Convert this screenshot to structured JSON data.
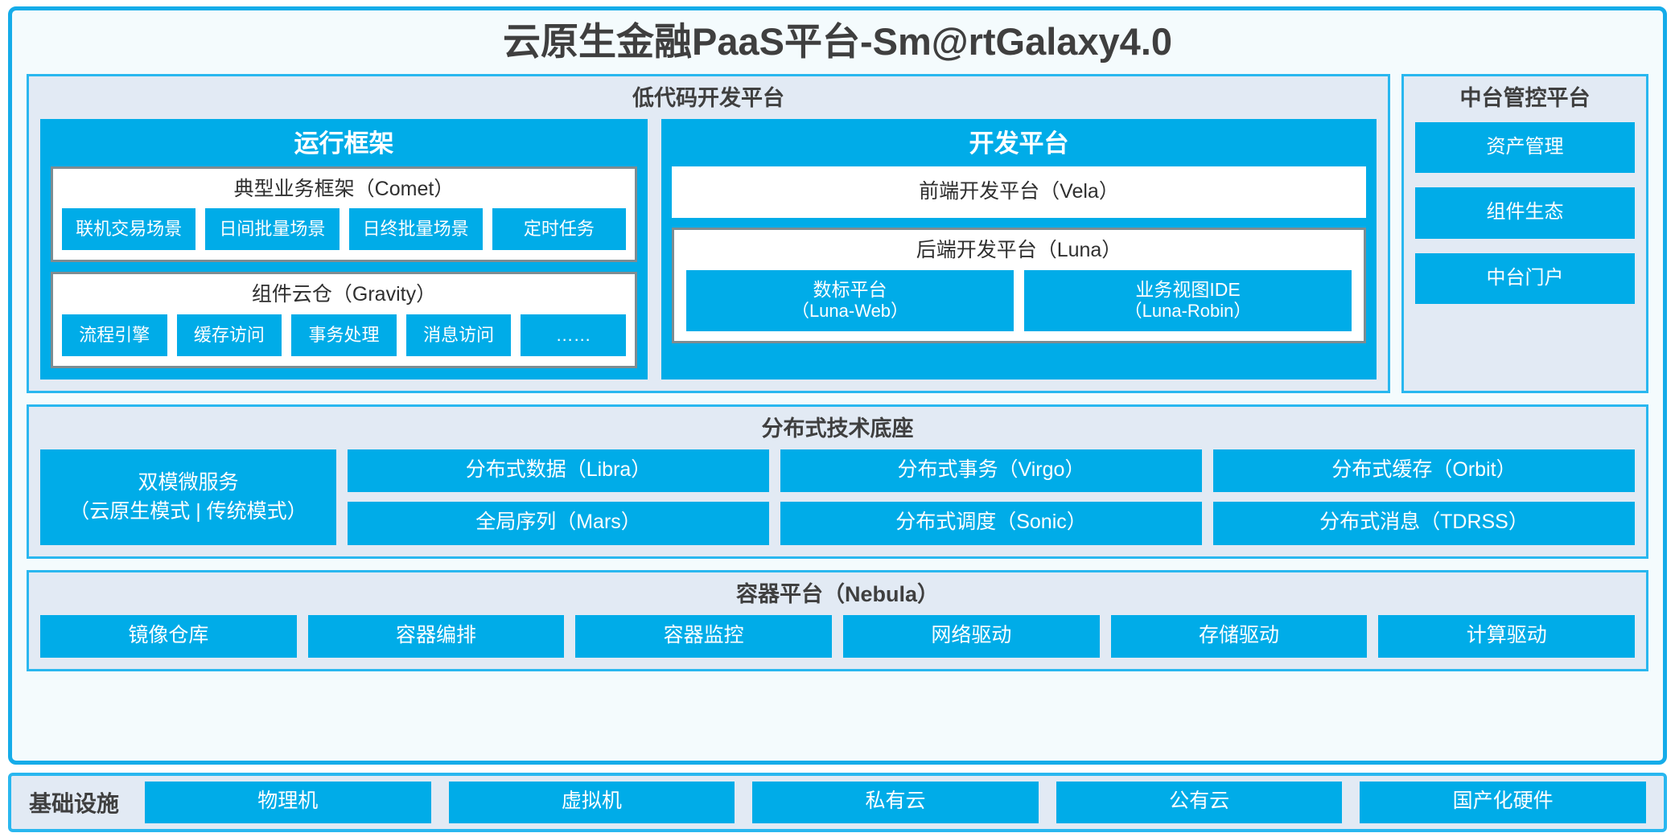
{
  "title": "云原生金融PaaS平台-Sm@rtGalaxy4.0",
  "colors": {
    "accent": "#00ace8",
    "frame_border": "#15ace9",
    "panel_bg": "#e2eaf4",
    "panel_border": "#29b7ef",
    "page_bg": "#f4fbfd",
    "group_border": "#7f8c91",
    "text": "#3a3a3a"
  },
  "lowcode": {
    "title": "低代码开发平台",
    "runtime": {
      "title": "运行框架",
      "groups": [
        {
          "title": "典型业务框架（Comet）",
          "items": [
            "联机交易场景",
            "日间批量场景",
            "日终批量场景",
            "定时任务"
          ]
        },
        {
          "title": "组件云仓（Gravity）",
          "items": [
            "流程引擎",
            "缓存访问",
            "事务处理",
            "消息访问",
            "……"
          ]
        }
      ]
    },
    "devplatform": {
      "title": "开发平台",
      "frontend": "前端开发平台（Vela）",
      "backend": {
        "title": "后端开发平台（Luna）",
        "items": [
          {
            "line1": "数标平台",
            "line2": "（Luna-Web）"
          },
          {
            "line1": "业务视图IDE",
            "line2": "（Luna-Robin）"
          }
        ]
      }
    }
  },
  "midplatform": {
    "title": "中台管控平台",
    "items": [
      "资产管理",
      "组件生态",
      "中台门户"
    ]
  },
  "distributed": {
    "title": "分布式技术底座",
    "dualmode": {
      "line1": "双模微服务",
      "line2": "（云原生模式 | 传统模式）"
    },
    "columns": [
      [
        "分布式数据（Libra）",
        "全局序列（Mars）"
      ],
      [
        "分布式事务（Virgo）",
        "分布式调度（Sonic）"
      ],
      [
        "分布式缓存（Orbit）",
        "分布式消息（TDRSS）"
      ]
    ]
  },
  "container": {
    "title": "容器平台（Nebula）",
    "items": [
      "镜像仓库",
      "容器编排",
      "容器监控",
      "网络驱动",
      "存储驱动",
      "计算驱动"
    ]
  },
  "infrastructure": {
    "label": "基础设施",
    "items": [
      "物理机",
      "虚拟机",
      "私有云",
      "公有云",
      "国产化硬件"
    ]
  }
}
